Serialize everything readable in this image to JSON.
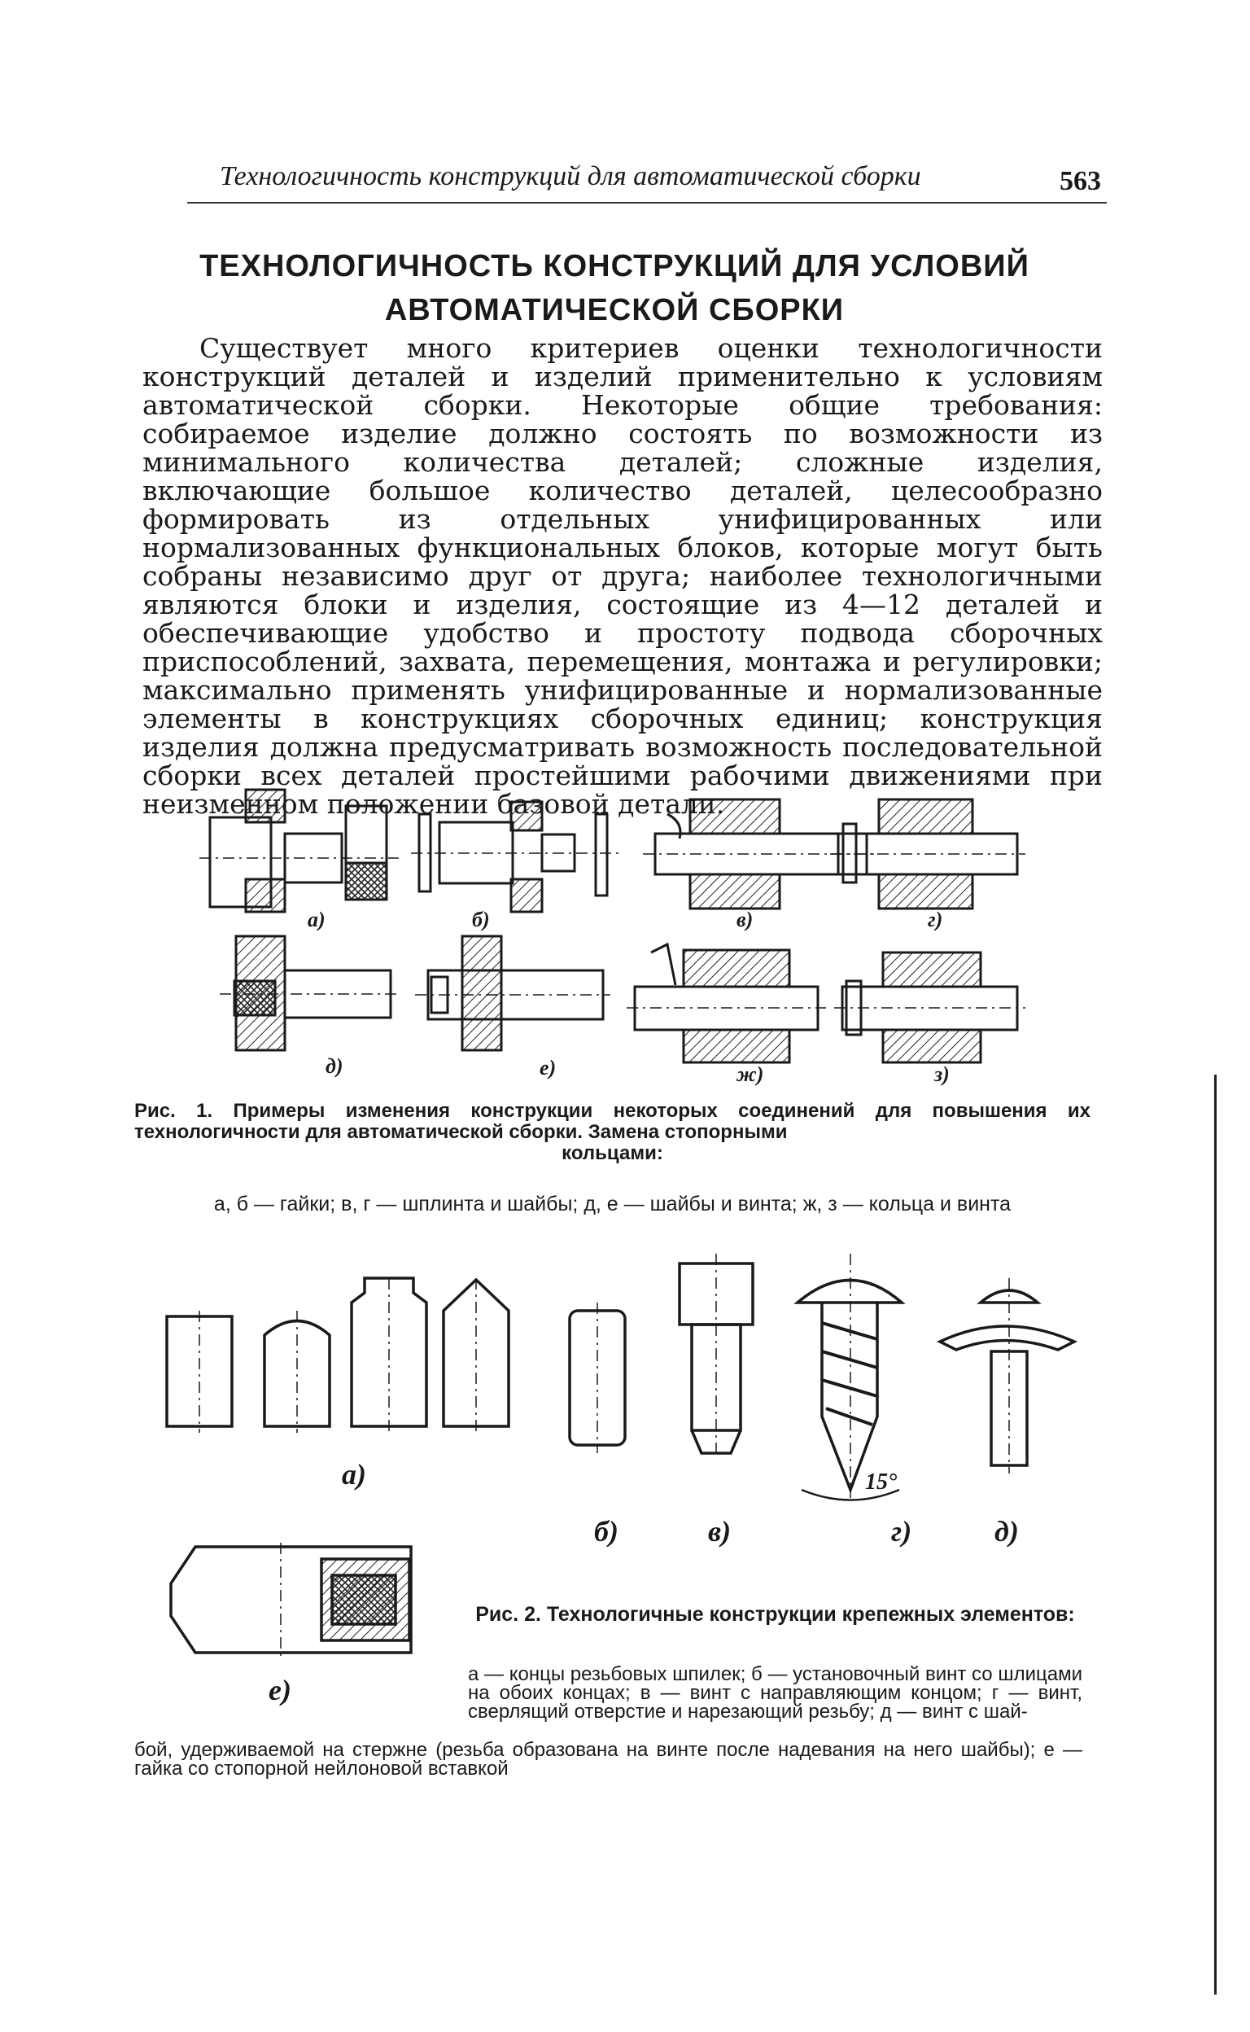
{
  "header": {
    "running_title": "Технологичность конструкций для автоматической сборки",
    "page_number": "563"
  },
  "title": {
    "line1": "ТЕХНОЛОГИЧНОСТЬ КОНСТРУКЦИЙ ДЛЯ УСЛОВИЙ",
    "line2": "АВТОМАТИЧЕСКОЙ СБОРКИ"
  },
  "body_text": "Существует много критериев оценки технологичности конструкций деталей и изделий применительно к условиям автоматической сборки. Некоторые общие требования: собираемое изделие должно состоять по возможности из минимального количества деталей; сложные изделия, включающие большое количество деталей, целесообразно формировать из отдельных унифицированных или нормализованных функциональных блоков, которые могут быть собраны независимо друг от друга; наиболее технологичными являются блоки и изделия, состоящие из 4—12 деталей и обеспечивающие удобство и простоту подвода сборочных приспособлений, захвата, перемещения, монтажа и регулировки; максимально применять унифицированные и нормализованные элементы в конструкциях сборочных единиц; конструкция изделия должна предусматривать возможность последовательной сборки всех деталей простейшими рабочими движениями при неизменном положении базовой детали.",
  "figure1": {
    "labels": [
      "а)",
      "б)",
      "в)",
      "г)",
      "д)",
      "е)",
      "ж)",
      "з)"
    ],
    "caption_line1": "Рис. 1. Примеры изменения конструкции некоторых соединений для повышения их технологичности для автоматической сборки. Замена стопорными",
    "caption_line2": "кольцами:",
    "legend": "а, б — гайки; в, г — шплинта и шайбы; д, е — шайбы и винта; ж, з — кольца и винта"
  },
  "figure2": {
    "labels": [
      "а)",
      "б)",
      "в)",
      "г)",
      "д)",
      "е)"
    ],
    "angle_label": "15°",
    "caption": "Рис. 2. Технологичные конструкции крепежных элементов:",
    "legend_part1": "а — концы резьбовых шпилек; б — установочный винт со шлицами на обоих концах; в — винт с направляющим концом; г — винт, сверлящий отверстие и нарезающий резьбу; д — винт с шай-",
    "legend_part2": "бой, удерживаемой на стержне (резьба образована на винте после надевания на него шайбы); е — гайка со стопорной нейлоновой вставкой"
  }
}
